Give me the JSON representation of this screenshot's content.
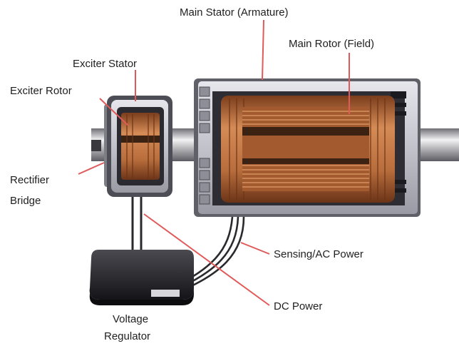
{
  "labels": {
    "main_stator": "Main Stator (Armature)",
    "main_rotor": "Main Rotor (Field)",
    "exciter_stator": "Exciter Stator",
    "exciter_rotor": "Exciter Rotor",
    "rectifier_line1": "Rectifier",
    "rectifier_line2": "Bridge",
    "sensing_ac_power": "Sensing/AC Power",
    "dc_power": "DC Power",
    "regulator_line1": "Voltage",
    "regulator_line2": "Regulator"
  },
  "colors": {
    "leader_line": "#e05a5a",
    "copper": "#b0683a",
    "housing": "#c9c9d1",
    "regulator": "#1e1e22"
  }
}
